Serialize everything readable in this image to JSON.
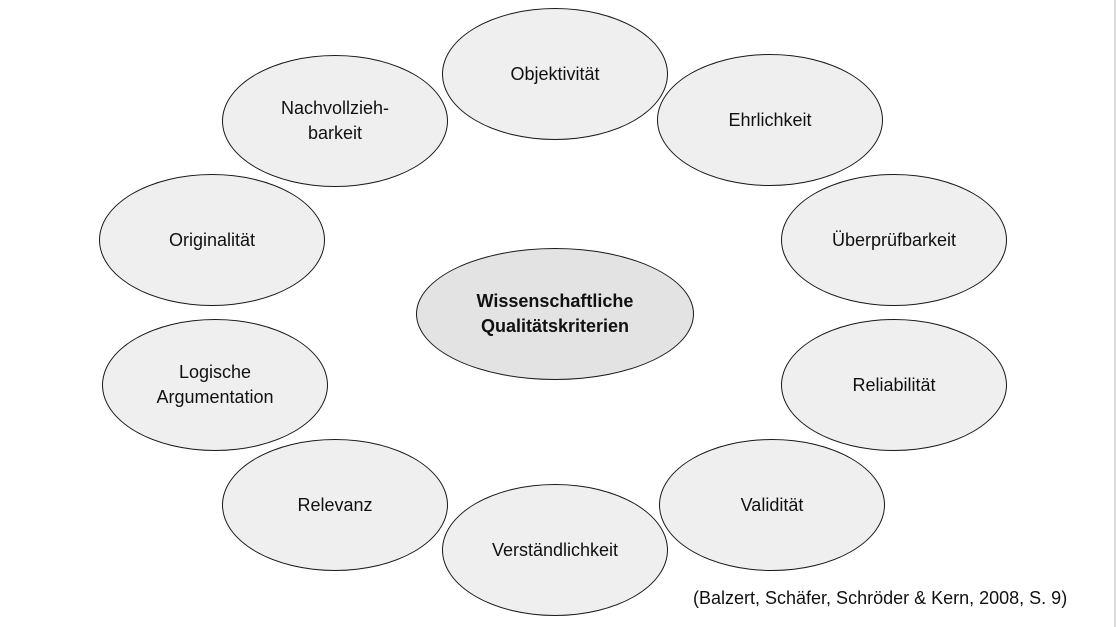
{
  "diagram": {
    "center": {
      "label": "Wissenschaftliche\nQualitätskriterien"
    },
    "nodes": [
      {
        "label": "Objektivität"
      },
      {
        "label": "Ehrlichkeit"
      },
      {
        "label": "Überprüfbarkeit"
      },
      {
        "label": "Reliabilität"
      },
      {
        "label": "Validität"
      },
      {
        "label": "Verständlichkeit"
      },
      {
        "label": "Relevanz"
      },
      {
        "label": "Logische\nArgumentation"
      },
      {
        "label": "Originalität"
      },
      {
        "label": "Nachvollzieh-\nbarkeit"
      }
    ]
  },
  "citation": "(Balzert, Schäfer, Schröder & Kern, 2008, S. 9)",
  "colors": {
    "node_fill": "#efefef",
    "center_fill": "#e3e3e3",
    "outline": "#1a1a1a"
  }
}
